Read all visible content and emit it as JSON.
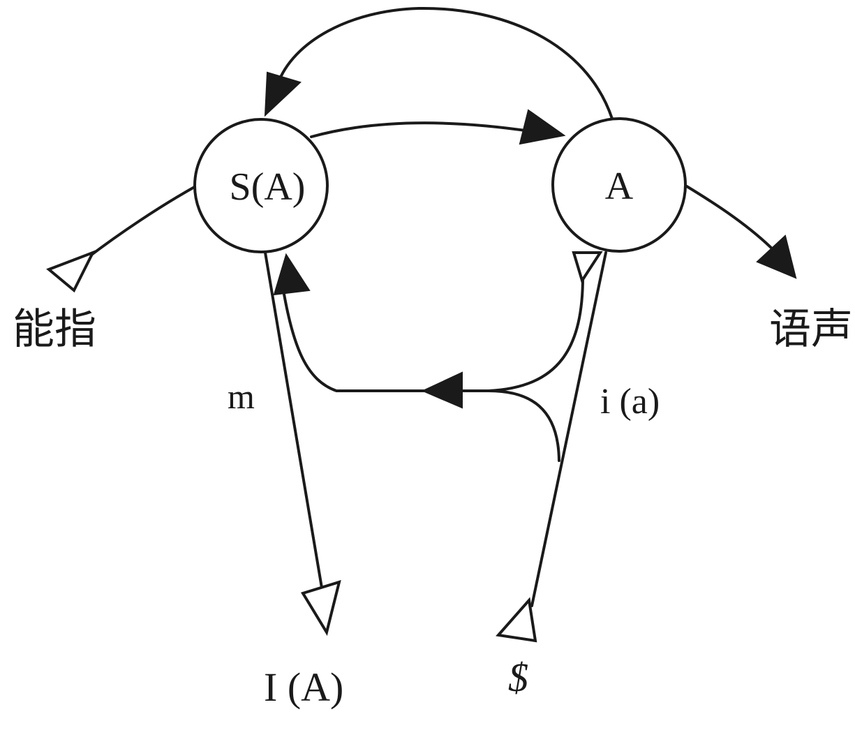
{
  "nodes": {
    "sa": {
      "label": "S(A)"
    },
    "a": {
      "label": "A"
    }
  },
  "labels": {
    "signifier": "能指",
    "voice": "语声",
    "m": "m",
    "ia": "i (a)",
    "i_of_a": "I (A)",
    "barred_s": "$"
  },
  "colors": {
    "stroke": "#1a1a1a",
    "background": "#ffffff"
  }
}
